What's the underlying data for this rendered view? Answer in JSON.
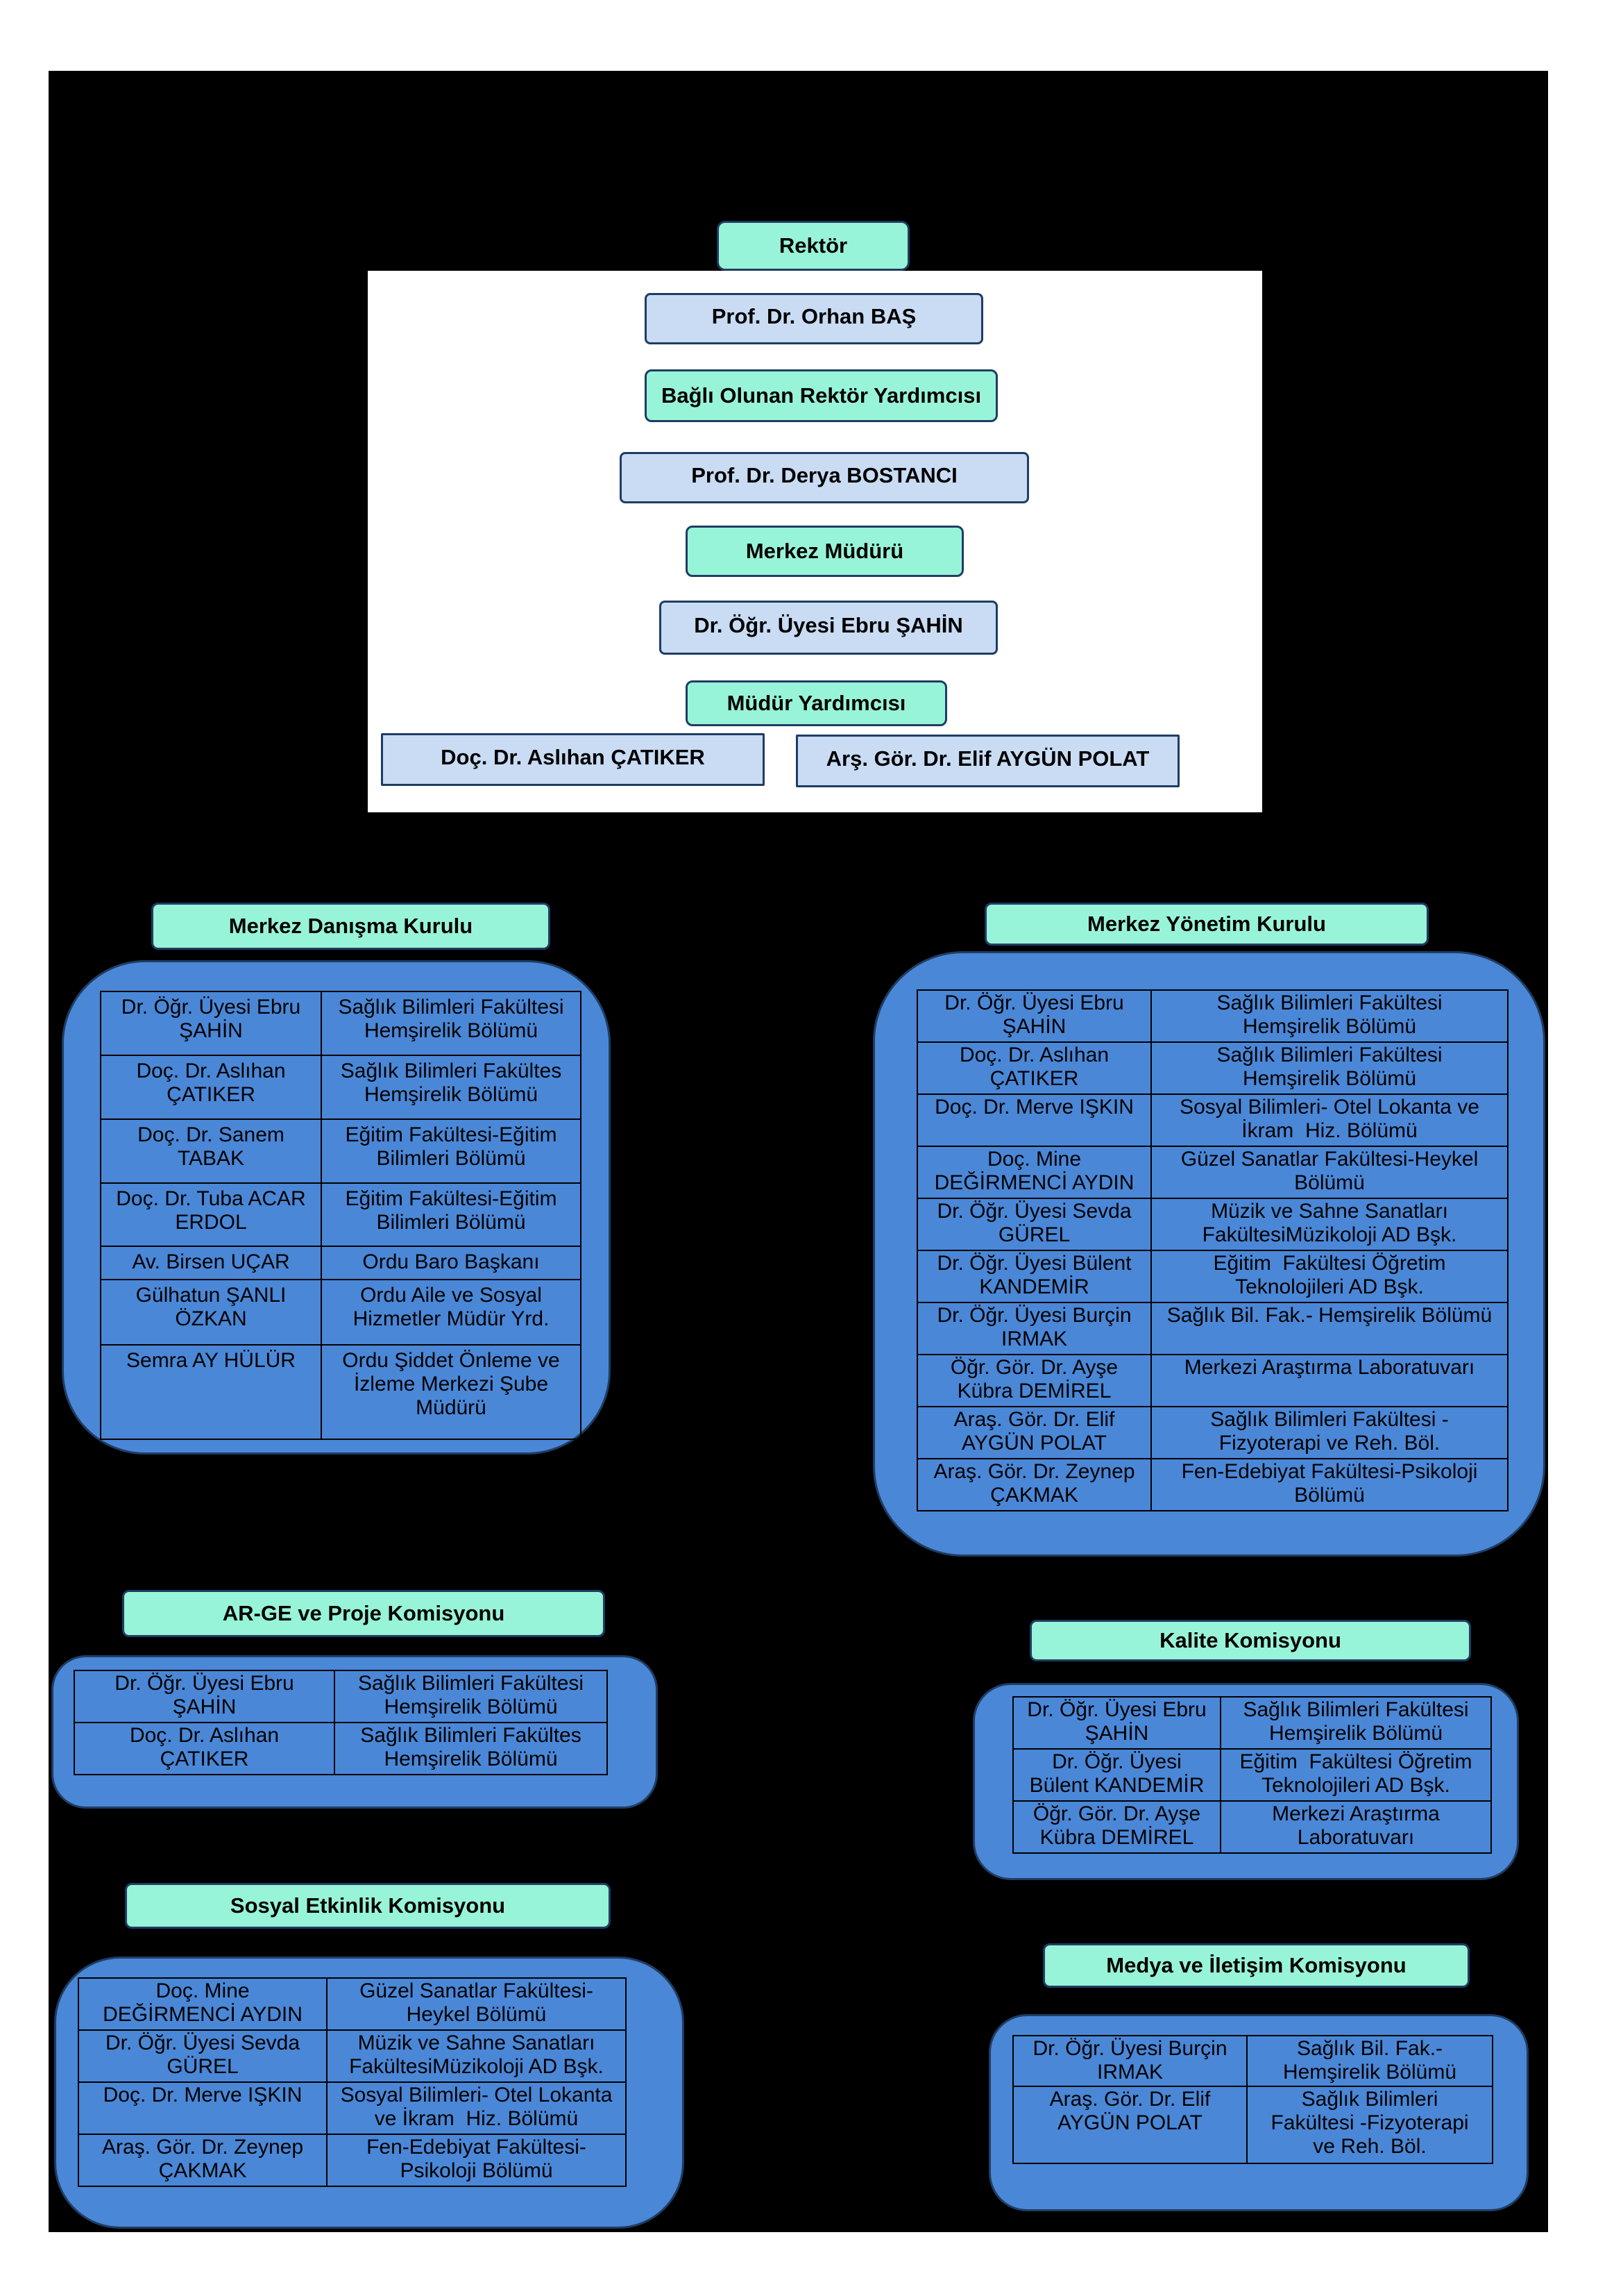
{
  "colors": {
    "background": "#000000",
    "label_fill": "#98f4d8",
    "person_fill": "#c9dcf4",
    "panel_fill": "#4a87d7",
    "border": "#1f3d63"
  },
  "leadership": {
    "rektor_label": "Rektör",
    "rektor_name": "Prof. Dr. Orhan BAŞ",
    "vice_rector_label": "Bağlı Olunan Rektör Yardımcısı",
    "vice_rector_name": "Prof. Dr. Derya BOSTANCI",
    "director_label": "Merkez Müdürü",
    "director_name": "Dr. Öğr. Üyesi Ebru ŞAHİN",
    "deputy_label": "Müdür Yardımcısı",
    "deputies": [
      "Doç. Dr. Aslıhan ÇATIKER",
      "Arş. Gör. Dr. Elif AYGÜN POLAT"
    ]
  },
  "committees": {
    "danisma": {
      "title": "Merkez Danışma Kurulu",
      "members": [
        {
          "name": "Dr. Öğr. Üyesi Ebru\nŞAHİN",
          "unit": "Sağlık Bilimleri Fakültesi\nHemşirelik Bölümü"
        },
        {
          "name": "Doç. Dr. Aslıhan\nÇATIKER",
          "unit": "Sağlık Bilimleri Fakültes\nHemşirelik Bölümü"
        },
        {
          "name": "Doç. Dr. Sanem\nTABAK",
          "unit": "Eğitim Fakültesi-Eğitim\nBilimleri Bölümü"
        },
        {
          "name": "Doç. Dr. Tuba ACAR\nERDOL",
          "unit": "Eğitim Fakültesi-Eğitim\nBilimleri Bölümü"
        },
        {
          "name": "Av. Birsen UÇAR",
          "unit": "Ordu Baro Başkanı"
        },
        {
          "name": "Gülhatun ŞANLI\nÖZKAN",
          "unit": "Ordu Aile ve Sosyal\nHizmetler Müdür Yrd."
        },
        {
          "name": "Semra AY HÜLÜR",
          "unit": "Ordu Şiddet Önleme ve\nİzleme Merkezi Şube\nMüdürü"
        }
      ]
    },
    "yonetim": {
      "title": "Merkez Yönetim Kurulu",
      "members": [
        {
          "name": "Dr. Öğr. Üyesi Ebru\nŞAHİN",
          "unit": "Sağlık Bilimleri Fakültesi\nHemşirelik Bölümü"
        },
        {
          "name": "Doç. Dr. Aslıhan\nÇATIKER",
          "unit": "Sağlık Bilimleri Fakültesi\nHemşirelik Bölümü"
        },
        {
          "name": "Doç. Dr. Merve IŞKIN",
          "unit": "Sosyal Bilimleri- Otel Lokanta ve\nİkram  Hiz. Bölümü"
        },
        {
          "name": "Doç. Mine\nDEĞİRMENCİ AYDIN",
          "unit": "Güzel Sanatlar Fakültesi-Heykel\nBölümü"
        },
        {
          "name": "Dr. Öğr. Üyesi Sevda\nGÜREL",
          "unit": "Müzik ve Sahne Sanatları\nFakültesiMüzikoloji AD Bşk."
        },
        {
          "name": "Dr. Öğr. Üyesi Bülent\nKANDEMİR",
          "unit": "Eğitim  Fakültesi Öğretim\nTeknolojileri AD Bşk."
        },
        {
          "name": "Dr. Öğr. Üyesi Burçin\nIRMAK",
          "unit": "Sağlık Bil. Fak.- Hemşirelik Bölümü"
        },
        {
          "name": "Öğr. Gör. Dr. Ayşe\nKübra DEMİREL",
          "unit": "Merkezi Araştırma Laboratuvarı"
        },
        {
          "name": "Araş. Gör. Dr. Elif\nAYGÜN POLAT",
          "unit": "Sağlık Bilimleri Fakültesi -\nFizyoterapi ve Reh. Böl."
        },
        {
          "name": "Araş. Gör. Dr. Zeynep\nÇAKMAK",
          "unit": "Fen-Edebiyat Fakültesi-Psikoloji\nBölümü"
        }
      ]
    },
    "arge": {
      "title": "AR-GE ve Proje Komisyonu",
      "members": [
        {
          "name": "Dr. Öğr. Üyesi Ebru\nŞAHİN",
          "unit": "Sağlık Bilimleri Fakültesi\nHemşirelik Bölümü"
        },
        {
          "name": "Doç. Dr. Aslıhan\nÇATIKER",
          "unit": "Sağlık Bilimleri Fakültes\nHemşirelik Bölümü"
        }
      ]
    },
    "kalite": {
      "title": "Kalite Komisyonu",
      "members": [
        {
          "name": "Dr. Öğr. Üyesi Ebru\nŞAHİN",
          "unit": "Sağlık Bilimleri Fakültesi\nHemşirelik Bölümü"
        },
        {
          "name": "Dr. Öğr. Üyesi\nBülent KANDEMİR",
          "unit": "Eğitim  Fakültesi Öğretim\nTeknolojileri AD Bşk."
        },
        {
          "name": "Öğr. Gör. Dr. Ayşe\nKübra DEMİREL",
          "unit": "Merkezi Araştırma\nLaboratuvarı"
        }
      ]
    },
    "sosyal": {
      "title": "Sosyal Etkinlik Komisyonu",
      "members": [
        {
          "name": "Doç. Mine\nDEĞİRMENCİ AYDIN",
          "unit": "Güzel Sanatlar Fakültesi-\nHeykel Bölümü"
        },
        {
          "name": "Dr. Öğr. Üyesi Sevda\nGÜREL",
          "unit": "Müzik ve Sahne Sanatları\nFakültesiMüzikoloji AD Bşk."
        },
        {
          "name": "Doç. Dr. Merve IŞKIN",
          "unit": "Sosyal Bilimleri- Otel Lokanta\nve İkram  Hiz. Bölümü"
        },
        {
          "name": "Araş. Gör. Dr. Zeynep\nÇAKMAK",
          "unit": "Fen-Edebiyat Fakültesi-\nPsikoloji Bölümü"
        }
      ]
    },
    "medya": {
      "title": "Medya ve İletişim Komisyonu",
      "members": [
        {
          "name": "Dr. Öğr. Üyesi Burçin\nIRMAK",
          "unit": "Sağlık Bil. Fak.-\nHemşirelik Bölümü"
        },
        {
          "name": "Araş. Gör. Dr. Elif\nAYGÜN POLAT",
          "unit": "Sağlık Bilimleri\nFakültesi -Fizyoterapi\nve Reh. Böl."
        }
      ]
    }
  }
}
